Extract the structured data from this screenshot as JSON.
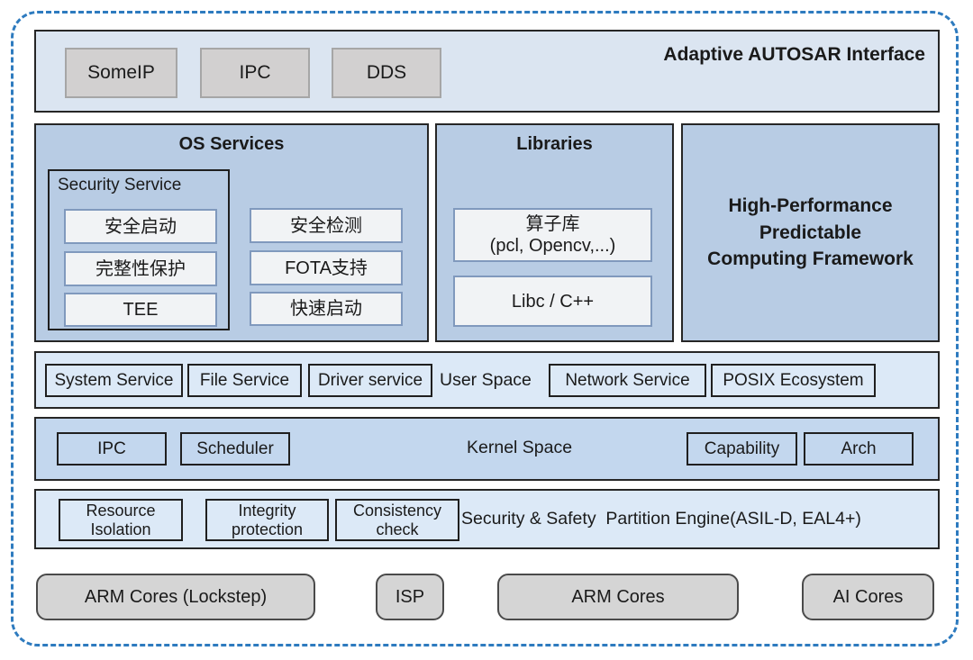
{
  "colors": {
    "outer_dash": "#2e7bbf",
    "top_bar_bg": "#dbe5f1",
    "panel_bg": "#b8cce4",
    "user_row_bg": "#dce9f7",
    "kernel_row_bg": "#c3d7ee",
    "security_row_bg": "#dce9f7",
    "gray_chip_bg": "#d2d0d0",
    "hardware_chip_bg": "#d5d5d5",
    "inner_box_bg": "#f1f3f5",
    "inner_box_border": "#8099bd",
    "dark_border": "#262626"
  },
  "autosar": {
    "title": "Adaptive AUTOSAR Interface",
    "chips": [
      "SomeIP",
      "IPC",
      "DDS"
    ]
  },
  "os_services": {
    "title": "OS Services",
    "security": {
      "title": "Security Service",
      "items": [
        "安全启动",
        "完整性保护",
        "TEE"
      ]
    },
    "items": [
      "安全检测",
      "FOTA支持",
      "快速启动"
    ]
  },
  "libraries": {
    "title": "Libraries",
    "item1_line1": "算子库",
    "item1_line2": "(pcl, Opencv,...)",
    "item2": "Libc / C++"
  },
  "hpc": {
    "line1": "High-Performance",
    "line2": "Predictable",
    "line3": "Computing Framework"
  },
  "user_space": {
    "label": "User Space",
    "left": [
      "System Service",
      "File Service",
      "Driver service"
    ],
    "right": [
      "Network Service",
      "POSIX Ecosystem"
    ]
  },
  "kernel_space": {
    "label": "Kernel Space",
    "left": [
      "IPC",
      "Scheduler"
    ],
    "right": [
      "Capability",
      "Arch"
    ]
  },
  "security_row": {
    "label": "Security & Safety  Partition Engine(ASIL-D, EAL4+)",
    "boxes": [
      {
        "line1": "Resource",
        "line2": "Isolation"
      },
      {
        "line1": "Integrity",
        "line2": "protection"
      },
      {
        "line1": "Consistency",
        "line2": "check"
      }
    ]
  },
  "hardware": {
    "chips": [
      "ARM Cores (Lockstep)",
      "ISP",
      "ARM Cores",
      "AI Cores"
    ]
  }
}
